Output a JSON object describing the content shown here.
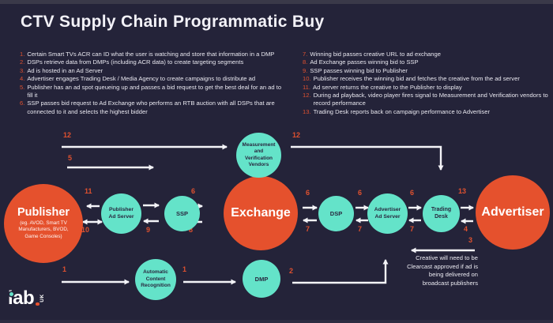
{
  "title": "CTV Supply Chain Programmatic Buy",
  "steps_left": [
    {
      "n": "1.",
      "t": "Certain Smart TVs ACR can ID what the user is watching and store that information in a DMP"
    },
    {
      "n": "2.",
      "t": "DSPs retrieve data from DMPs (including ACR data) to create targeting segments"
    },
    {
      "n": "3.",
      "t": "Ad is hosted in an Ad Server"
    },
    {
      "n": "4.",
      "t": "Advertiser engages Trading Desk / Media Agency to create campaigns to distribute ad"
    },
    {
      "n": "5.",
      "t": "Publisher has an ad spot queueing up and passes a bid request to get the best deal for an ad to fill it"
    },
    {
      "n": "6.",
      "t": "SSP passes bid request to Ad Exchange who performs an RTB auction with all DSPs that are connected to it and selects the highest bidder"
    }
  ],
  "steps_right": [
    {
      "n": "7.",
      "t": "Winning bid passes creative URL to ad exchange"
    },
    {
      "n": "8.",
      "t": "Ad Exchange passes winning bid to SSP"
    },
    {
      "n": "9.",
      "t": "SSP passes winning bid to Publisher"
    },
    {
      "n": "10.",
      "t": "Publisher receives the winning bid and fetches the creative from the ad server"
    },
    {
      "n": "11.",
      "t": "Ad server returns the creative to the Publisher to display"
    },
    {
      "n": "12.",
      "t": "During ad playback, video player fires signal to Measurement and Verification vendors to record performance"
    },
    {
      "n": "13.",
      "t": "Trading Desk reports back on campaign performance to Advertiser"
    }
  ],
  "nodes": {
    "publisher": {
      "label": "Publisher",
      "sub": "(eg. AVOD, Smart TV Manufacturers, BVOD, Game Consoles)"
    },
    "publisher_ad_server": {
      "label": "Publisher Ad Server"
    },
    "ssp": {
      "label": "SSP"
    },
    "exchange": {
      "label": "Exchange"
    },
    "dsp": {
      "label": "DSP"
    },
    "advertiser_ad_server": {
      "label": "Advertiser Ad Server"
    },
    "trading_desk": {
      "label": "Trading Desk"
    },
    "advertiser": {
      "label": "Advertiser"
    },
    "measurement_vendors": {
      "label": "Measurement and Verification Vendors"
    },
    "acr": {
      "label": "Automatic Content Recognition"
    },
    "dmp": {
      "label": "DMP"
    }
  },
  "arrow_labels": {
    "a12_left": "12",
    "a5": "5",
    "a12_right": "12",
    "a11": "11",
    "a10": "10",
    "a9": "9",
    "a6_ssp": "6",
    "a8": "8",
    "a6_dsp": "6",
    "a7_dsp": "7",
    "a6_aas": "6",
    "a7_aas": "7",
    "a6_td": "6",
    "a7_td": "7",
    "a13": "13",
    "a4": "4",
    "a3": "3",
    "a2": "2",
    "a1_acr": "1",
    "a1_dmp": "1"
  },
  "note": "Creative will need to be\nClearcast approved if ad is\nbeing delivered on\nbroadcast publishers",
  "logo": {
    "text": "iab",
    "uk": "UK"
  },
  "colors": {
    "background": "#242339",
    "orange": "#e5512d",
    "teal": "#64e3c9",
    "number": "#e0512f",
    "text": "#ecebf2"
  }
}
